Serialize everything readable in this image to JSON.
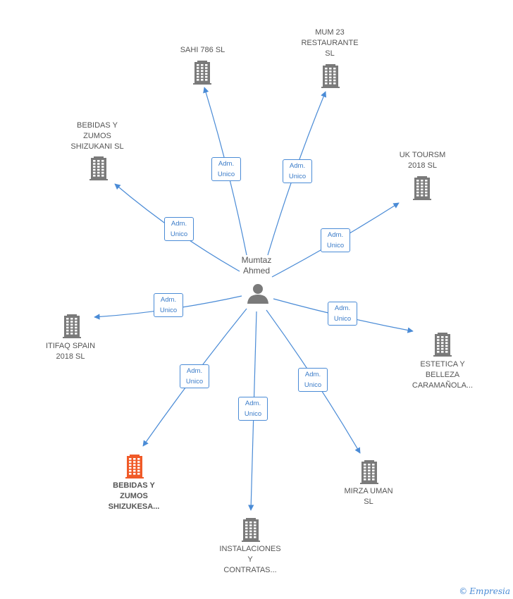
{
  "center": {
    "name": "Mumtaz\nAhmed",
    "icon": "person-icon"
  },
  "colors": {
    "edge": "#4a8bd6",
    "building": "#7a7a7a",
    "highlight": "#f05a28"
  },
  "nodes": [
    {
      "id": "sahi",
      "label": "SAHI 786  SL",
      "icon": "building-icon"
    },
    {
      "id": "mum23",
      "label": "MUM 23\nRESTAURANTE\nSL",
      "icon": "building-icon"
    },
    {
      "id": "bebidas1",
      "label": "BEBIDAS Y\nZUMOS\nSHIZUKANI  SL",
      "icon": "building-icon"
    },
    {
      "id": "uk",
      "label": "UK TOURSM\n2018  SL",
      "icon": "building-icon"
    },
    {
      "id": "itifaq",
      "label": "ITIFAQ SPAIN\n2018  SL",
      "icon": "building-icon"
    },
    {
      "id": "estetica",
      "label": "ESTETICA Y\nBELLEZA\nCARAMAÑOLA...",
      "icon": "building-icon"
    },
    {
      "id": "bebidas2",
      "label": "BEBIDAS Y\nZUMOS\nSHIZUKESA...",
      "icon": "building-icon",
      "highlight": true
    },
    {
      "id": "mirza",
      "label": "MIRZA UMAN\nSL",
      "icon": "building-icon"
    },
    {
      "id": "instalaciones",
      "label": "INSTALACIONES\nY\nCONTRATAS...",
      "icon": "building-icon"
    }
  ],
  "edges": [
    {
      "to": "sahi",
      "label": "Adm.\nUnico"
    },
    {
      "to": "mum23",
      "label": "Adm.\nUnico"
    },
    {
      "to": "bebidas1",
      "label": "Adm.\nUnico"
    },
    {
      "to": "uk",
      "label": "Adm.\nUnico"
    },
    {
      "to": "itifaq",
      "label": "Adm.\nUnico"
    },
    {
      "to": "estetica",
      "label": "Adm.\nUnico"
    },
    {
      "to": "bebidas2",
      "label": "Adm.\nUnico"
    },
    {
      "to": "mirza",
      "label": "Adm.\nUnico"
    },
    {
      "to": "instalaciones",
      "label": "Adm.\nUnico"
    }
  ],
  "brand": {
    "copyright": "©",
    "name": "Empresia"
  }
}
